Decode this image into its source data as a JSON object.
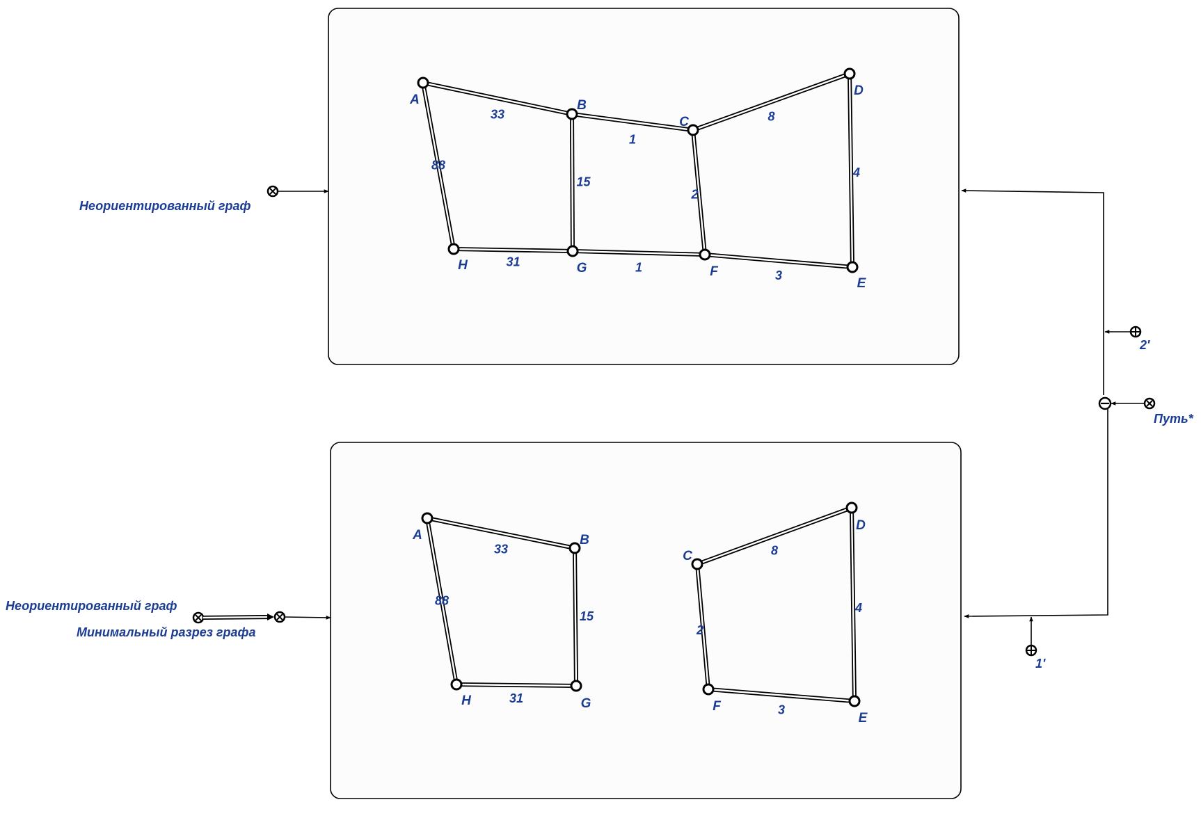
{
  "colors": {
    "label": "#1b3c94",
    "line": "#000000",
    "panel": "#fcfcfc"
  },
  "top_graph": {
    "nodes": [
      "A",
      "B",
      "C",
      "D",
      "E",
      "F",
      "G",
      "H"
    ],
    "edges": [
      {
        "from": "A",
        "to": "B",
        "weight": "33"
      },
      {
        "from": "B",
        "to": "C",
        "weight": "1"
      },
      {
        "from": "C",
        "to": "D",
        "weight": "8"
      },
      {
        "from": "A",
        "to": "H",
        "weight": "88"
      },
      {
        "from": "B",
        "to": "G",
        "weight": "15"
      },
      {
        "from": "C",
        "to": "F",
        "weight": "2"
      },
      {
        "from": "D",
        "to": "E",
        "weight": "4"
      },
      {
        "from": "H",
        "to": "G",
        "weight": "31"
      },
      {
        "from": "G",
        "to": "F",
        "weight": "1"
      },
      {
        "from": "F",
        "to": "E",
        "weight": "3"
      }
    ]
  },
  "bottom_graph": {
    "nodes": [
      "A",
      "B",
      "H",
      "G",
      "C",
      "D",
      "F",
      "E"
    ],
    "edges": [
      {
        "from": "A",
        "to": "B",
        "weight": "33"
      },
      {
        "from": "A",
        "to": "H",
        "weight": "88"
      },
      {
        "from": "B",
        "to": "G",
        "weight": "15"
      },
      {
        "from": "H",
        "to": "G",
        "weight": "31"
      },
      {
        "from": "C",
        "to": "D",
        "weight": "8"
      },
      {
        "from": "C",
        "to": "F",
        "weight": "2"
      },
      {
        "from": "D",
        "to": "E",
        "weight": "4"
      },
      {
        "from": "F",
        "to": "E",
        "weight": "3"
      }
    ]
  },
  "inputs": {
    "top_input_label": "Неориентированный граф",
    "bottom_input_label_1": "Неориентированный граф",
    "bottom_input_label_2": "Минимальный разрез графа",
    "port_2_label": "2'",
    "port_path_label": "Путь*",
    "port_1_label": "1'"
  }
}
